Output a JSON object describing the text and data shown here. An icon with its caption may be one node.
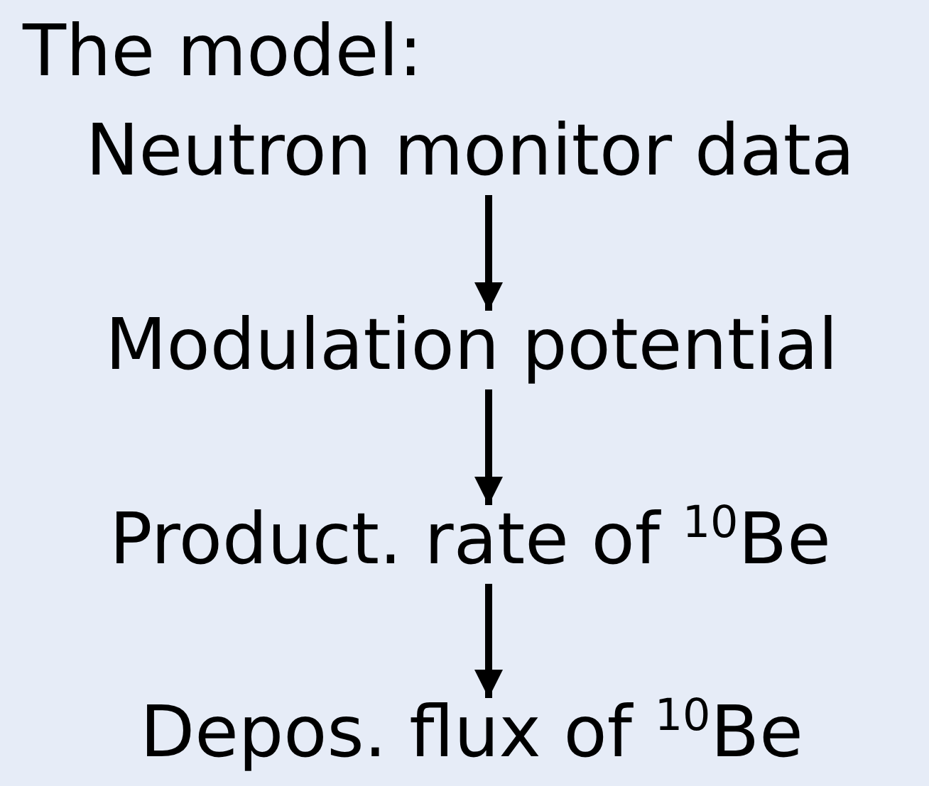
{
  "diagram": {
    "title": "The model:",
    "nodes": [
      {
        "text": [
          "Neutron monitor data"
        ]
      },
      {
        "text": [
          "Modulation potential"
        ]
      },
      {
        "text": [
          "Product. rate of $^{10}$Be"
        ]
      },
      {
        "text": [
          "Depos. flux of $^{10}$Be"
        ]
      }
    ],
    "edges": [
      {
        "from": 0,
        "to": 1,
        "arrow": "to"
      },
      {
        "from": 1,
        "to": 2,
        "arrow": "to"
      },
      {
        "from": 2,
        "to": 3,
        "arrow": "to"
      }
    ]
  }
}
